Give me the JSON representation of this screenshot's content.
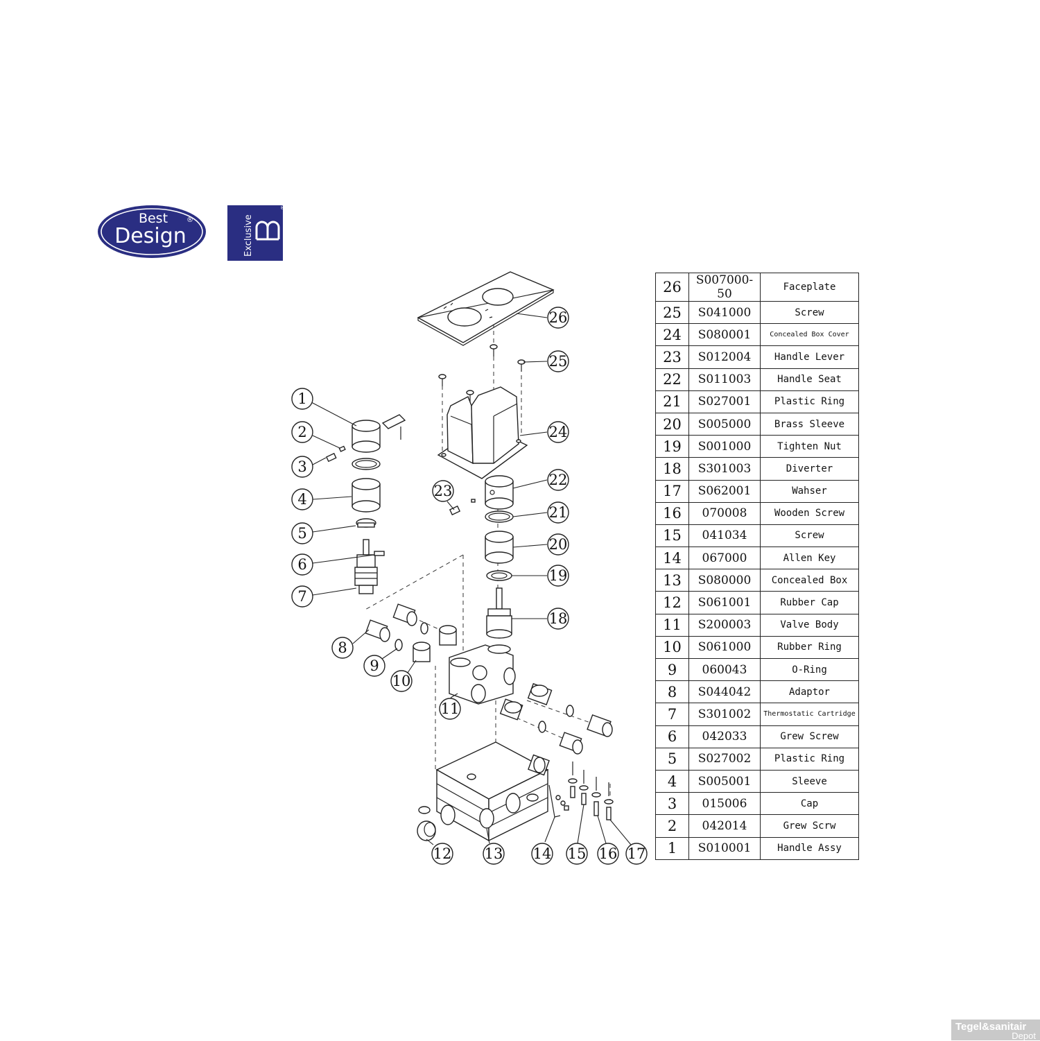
{
  "brand": {
    "logo_text_1": "Best",
    "logo_text_2": "Design",
    "registered": "®",
    "exclusive_text": "Exclusive",
    "exclusive_mark": "bd",
    "logo_color": "#2a2e82"
  },
  "parts_list": [
    {
      "no": "26",
      "code": "S007000-50",
      "desc": "Faceplate"
    },
    {
      "no": "25",
      "code": "S041000",
      "desc": "Screw"
    },
    {
      "no": "24",
      "code": "S080001",
      "desc": "Concealed Box Cover"
    },
    {
      "no": "23",
      "code": "S012004",
      "desc": "Handle Lever"
    },
    {
      "no": "22",
      "code": "S011003",
      "desc": "Handle Seat"
    },
    {
      "no": "21",
      "code": "S027001",
      "desc": "Plastic Ring"
    },
    {
      "no": "20",
      "code": "S005000",
      "desc": "Brass Sleeve"
    },
    {
      "no": "19",
      "code": "S001000",
      "desc": "Tighten Nut"
    },
    {
      "no": "18",
      "code": "S301003",
      "desc": "Diverter"
    },
    {
      "no": "17",
      "code": "S062001",
      "desc": "Wahser"
    },
    {
      "no": "16",
      "code": "070008",
      "desc": "Wooden Screw"
    },
    {
      "no": "15",
      "code": "041034",
      "desc": "Screw"
    },
    {
      "no": "14",
      "code": "067000",
      "desc": "Allen Key"
    },
    {
      "no": "13",
      "code": "S080000",
      "desc": "Concealed Box"
    },
    {
      "no": "12",
      "code": "S061001",
      "desc": "Rubber Cap"
    },
    {
      "no": "11",
      "code": "S200003",
      "desc": "Valve Body"
    },
    {
      "no": "10",
      "code": "S061000",
      "desc": "Rubber Ring"
    },
    {
      "no": "9",
      "code": "060043",
      "desc": "O-Ring"
    },
    {
      "no": "8",
      "code": "S044042",
      "desc": "Adaptor"
    },
    {
      "no": "7",
      "code": "S301002",
      "desc": "Thermostatic Cartridge"
    },
    {
      "no": "6",
      "code": "042033",
      "desc": "Grew Screw"
    },
    {
      "no": "5",
      "code": "S027002",
      "desc": "Plastic Ring"
    },
    {
      "no": "4",
      "code": "S005001",
      "desc": "Sleeve"
    },
    {
      "no": "3",
      "code": "015006",
      "desc": "Cap"
    },
    {
      "no": "2",
      "code": "042014",
      "desc": "Grew Scrw"
    },
    {
      "no": "1",
      "code": "S010001",
      "desc": "Handle Assy"
    }
  ],
  "callouts": [
    "1",
    "2",
    "3",
    "4",
    "5",
    "6",
    "7",
    "8",
    "9",
    "10",
    "11",
    "12",
    "13",
    "14",
    "15",
    "16",
    "17",
    "18",
    "19",
    "20",
    "21",
    "22",
    "23",
    "24",
    "25",
    "26"
  ],
  "watermark": {
    "line1": "Tegel&sanitair",
    "line2": "Depot"
  }
}
